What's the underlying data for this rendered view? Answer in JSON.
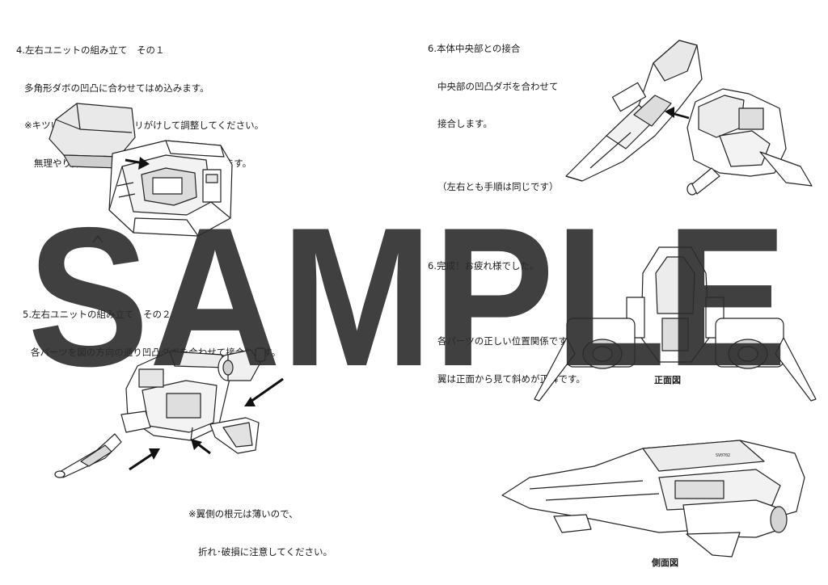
{
  "step4": {
    "title": "4.左右ユニットの組み立て　その１",
    "lines": [
      "多角形ダボの凹凸に合わせてはめ込みます。",
      "※キツい場合は凸側をヤスリがけして調整してください。",
      "無理やり押し込むと割れ･破損の可能性があります。"
    ]
  },
  "step5": {
    "title": "5.左右ユニットの組み立て　その２",
    "lines": [
      "各パーツを図の方向の通り凹凸ダボを合わせて接合します。"
    ],
    "note": [
      "※翼側の根元は薄いので、",
      "折れ･破損に注意してください。"
    ]
  },
  "step6": {
    "title": "6.本体中央部との接合",
    "lines": [
      "中央部の凹凸ダボを合わせて",
      "接合します。",
      "",
      "（左右とも手順は同じです）"
    ]
  },
  "step7": {
    "title": "6.完成！お疲れ様でした。",
    "lines": [
      "各パーツの正しい位置関係です。",
      "翼は正面から見て斜めが正解です。"
    ]
  },
  "captions": {
    "front": "正面図",
    "side": "側面図"
  },
  "side_marking": "SV0702",
  "watermark": "SAMPLE",
  "colors": {
    "ink": "#1a1a1a",
    "watermark": "#2b2b2b",
    "paper": "#ffffff"
  }
}
